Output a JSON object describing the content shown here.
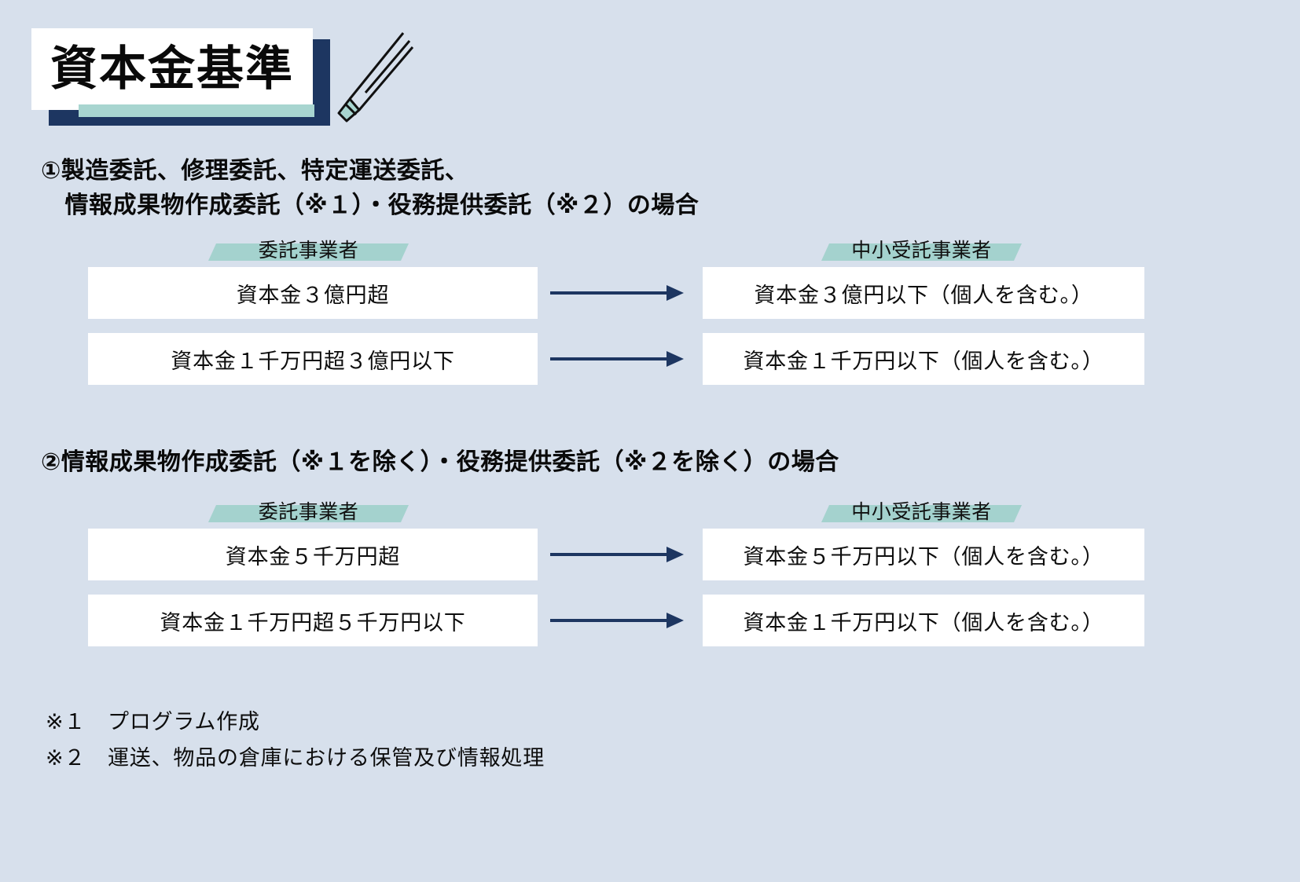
{
  "page": {
    "background_color": "#d7e0ec",
    "title": "資本金基準",
    "title_card_color": "#ffffff",
    "title_shadow_color": "#1d3661",
    "highlight_color": "#a8d5d0",
    "arrow_color": "#1d3661",
    "box_color": "#ffffff",
    "pen_icon": "highlighter-pen-icon"
  },
  "sections": [
    {
      "heading": "①製造委託、修理委託、特定運送委託、\n　情報成果物作成委託（※１）・役務提供委託（※２）の場合",
      "left_column_header": "委託事業者",
      "right_column_header": "中小受託事業者",
      "rows": [
        {
          "left": "資本金３億円超",
          "right": "資本金３億円以下（個人を含む。）",
          "arrow": "right-arrow-icon"
        },
        {
          "left": "資本金１千万円超３億円以下",
          "right": "資本金１千万円以下（個人を含む。）",
          "arrow": "right-arrow-icon"
        }
      ]
    },
    {
      "heading": "②情報成果物作成委託（※１を除く）・役務提供委託（※２を除く）の場合",
      "left_column_header": "委託事業者",
      "right_column_header": "中小受託事業者",
      "rows": [
        {
          "left": "資本金５千万円超",
          "right": "資本金５千万円以下（個人を含む。）",
          "arrow": "right-arrow-icon"
        },
        {
          "left": "資本金１千万円超５千万円以下",
          "right": "資本金１千万円以下（個人を含む。）",
          "arrow": "right-arrow-icon"
        }
      ]
    }
  ],
  "footnotes": [
    "※１　プログラム作成",
    "※２　運送、物品の倉庫における保管及び情報処理"
  ]
}
